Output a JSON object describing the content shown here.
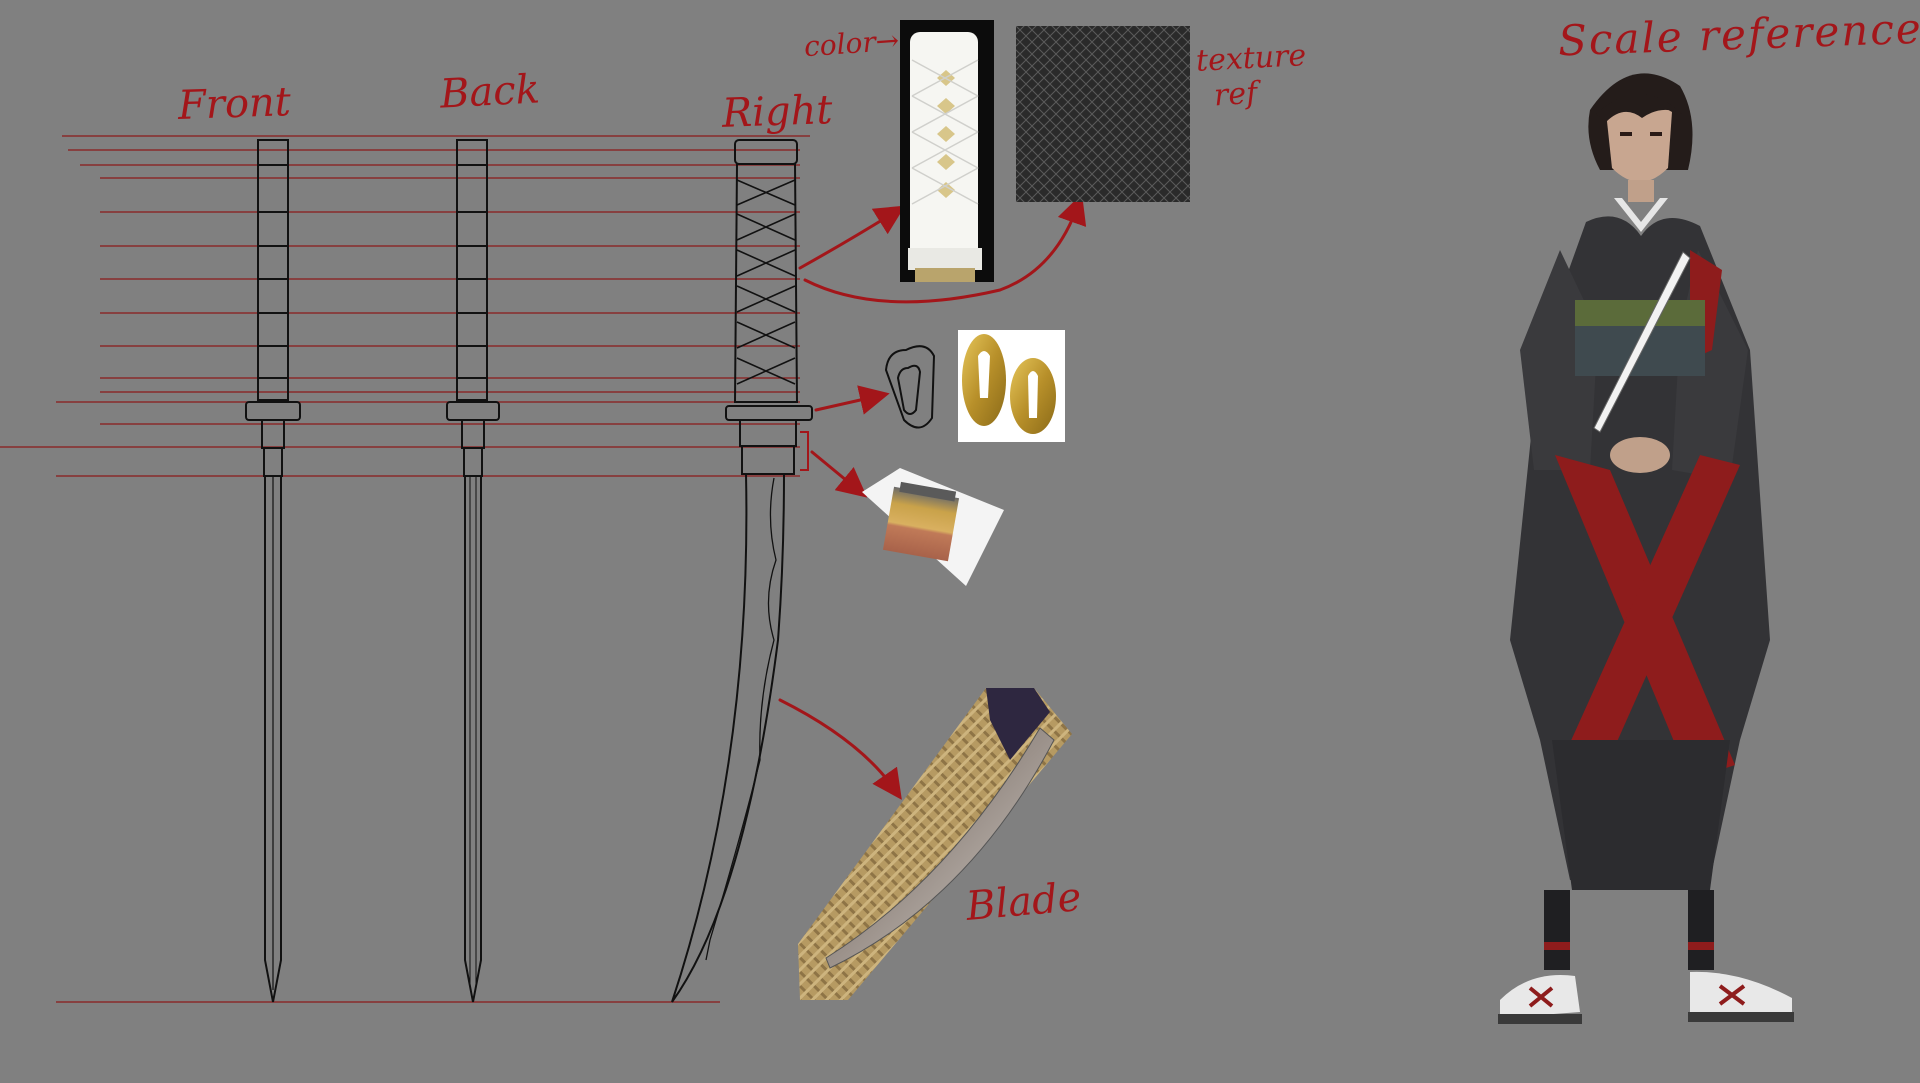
{
  "labels": {
    "front": "Front",
    "back": "Back",
    "right": "Right",
    "color": "color→",
    "texture_line1": "texture",
    "texture_line2": "ref",
    "scale": "Scale reference",
    "blade": "Blade"
  },
  "colors": {
    "background": "#808080",
    "annotation_red": "#a3161a",
    "guide_line_red": "#8b1a1a",
    "outline": "#111111"
  },
  "reference_images": [
    "handle-color-photo",
    "texture-ref-swatch",
    "tsuba-outline-sketch",
    "tsuba-gold-photo",
    "habaki-photo",
    "blade-photo",
    "character-scale-reference"
  ]
}
